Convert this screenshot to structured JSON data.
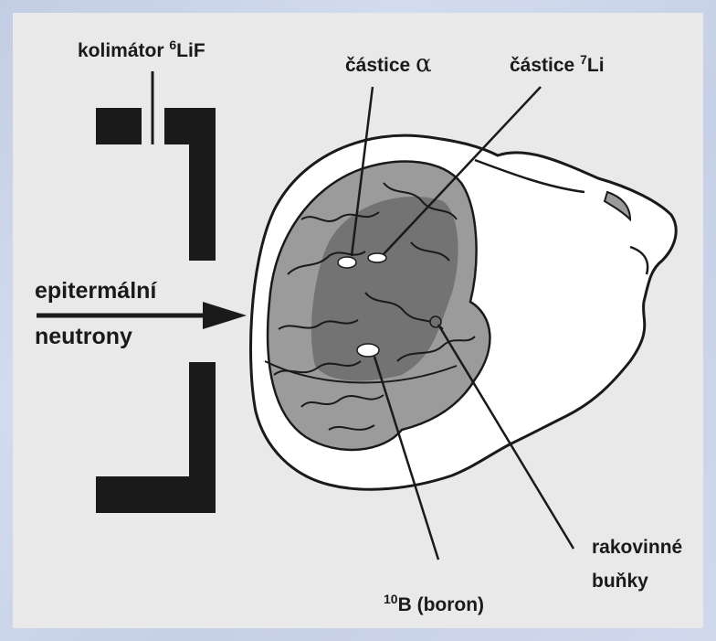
{
  "labels": {
    "collimator_text": "kolimátor",
    "collimator_sup": "6",
    "collimator_tail": "LiF",
    "alpha_text": "částice",
    "alpha_symbol": "α",
    "li_text": "částice",
    "li_sup": "7",
    "li_tail": "Li",
    "neutrons_line1": "epitermální",
    "neutrons_line2": "neutrony",
    "cancer_line1": "rakovinné",
    "cancer_line2": "buňky",
    "boron_sup": "10",
    "boron_text": "B (boron)"
  },
  "colors": {
    "outer_background": "#c9d2e6",
    "panel": "#e9e9e9",
    "ink": "#1a1a1a",
    "brain": "#9b9b9b",
    "tumor_region": "#6f6f6f",
    "head_fill": "#ffffff"
  }
}
